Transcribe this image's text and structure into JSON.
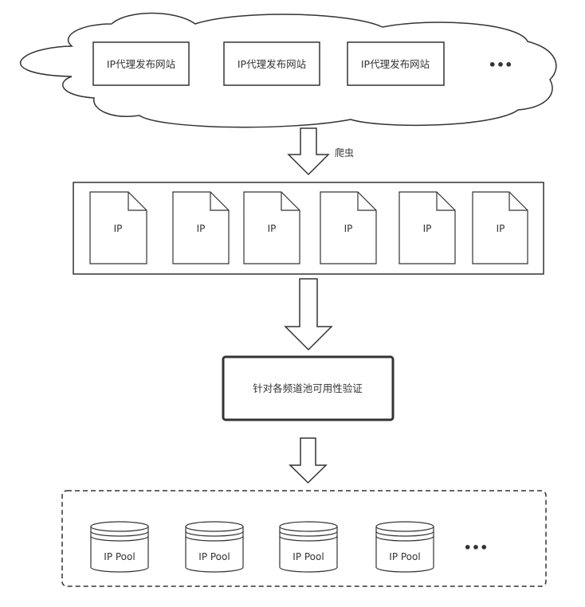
{
  "sources": {
    "sites": [
      {
        "label": "IP代理发布网站"
      },
      {
        "label": "IP代理发布网站"
      },
      {
        "label": "IP代理发布网站"
      }
    ],
    "more": "•••"
  },
  "crawler_label": "爬虫",
  "ip_docs": [
    {
      "label": "IP"
    },
    {
      "label": "IP"
    },
    {
      "label": "IP"
    },
    {
      "label": "IP"
    },
    {
      "label": "IP"
    },
    {
      "label": "IP"
    }
  ],
  "validation_label": "针对各频道池可用性验证",
  "pools": {
    "items": [
      {
        "label": "IP Pool"
      },
      {
        "label": "IP Pool"
      },
      {
        "label": "IP Pool"
      },
      {
        "label": "IP Pool"
      }
    ],
    "more": "•••"
  }
}
